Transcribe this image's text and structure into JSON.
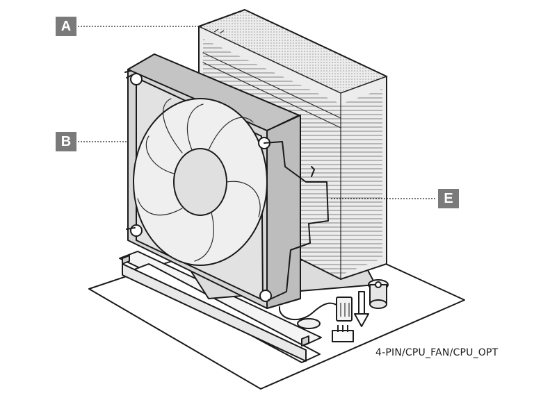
{
  "callouts": {
    "a": "A",
    "b": "B",
    "e": "E"
  },
  "connector_label": "4-PIN/CPU_FAN/CPU_OPT",
  "colors": {
    "badge": "#7a7a7a",
    "outline": "#1a1a1a",
    "fan_fill": "#d6d6d6",
    "heatsink_fill": "#ececec"
  }
}
